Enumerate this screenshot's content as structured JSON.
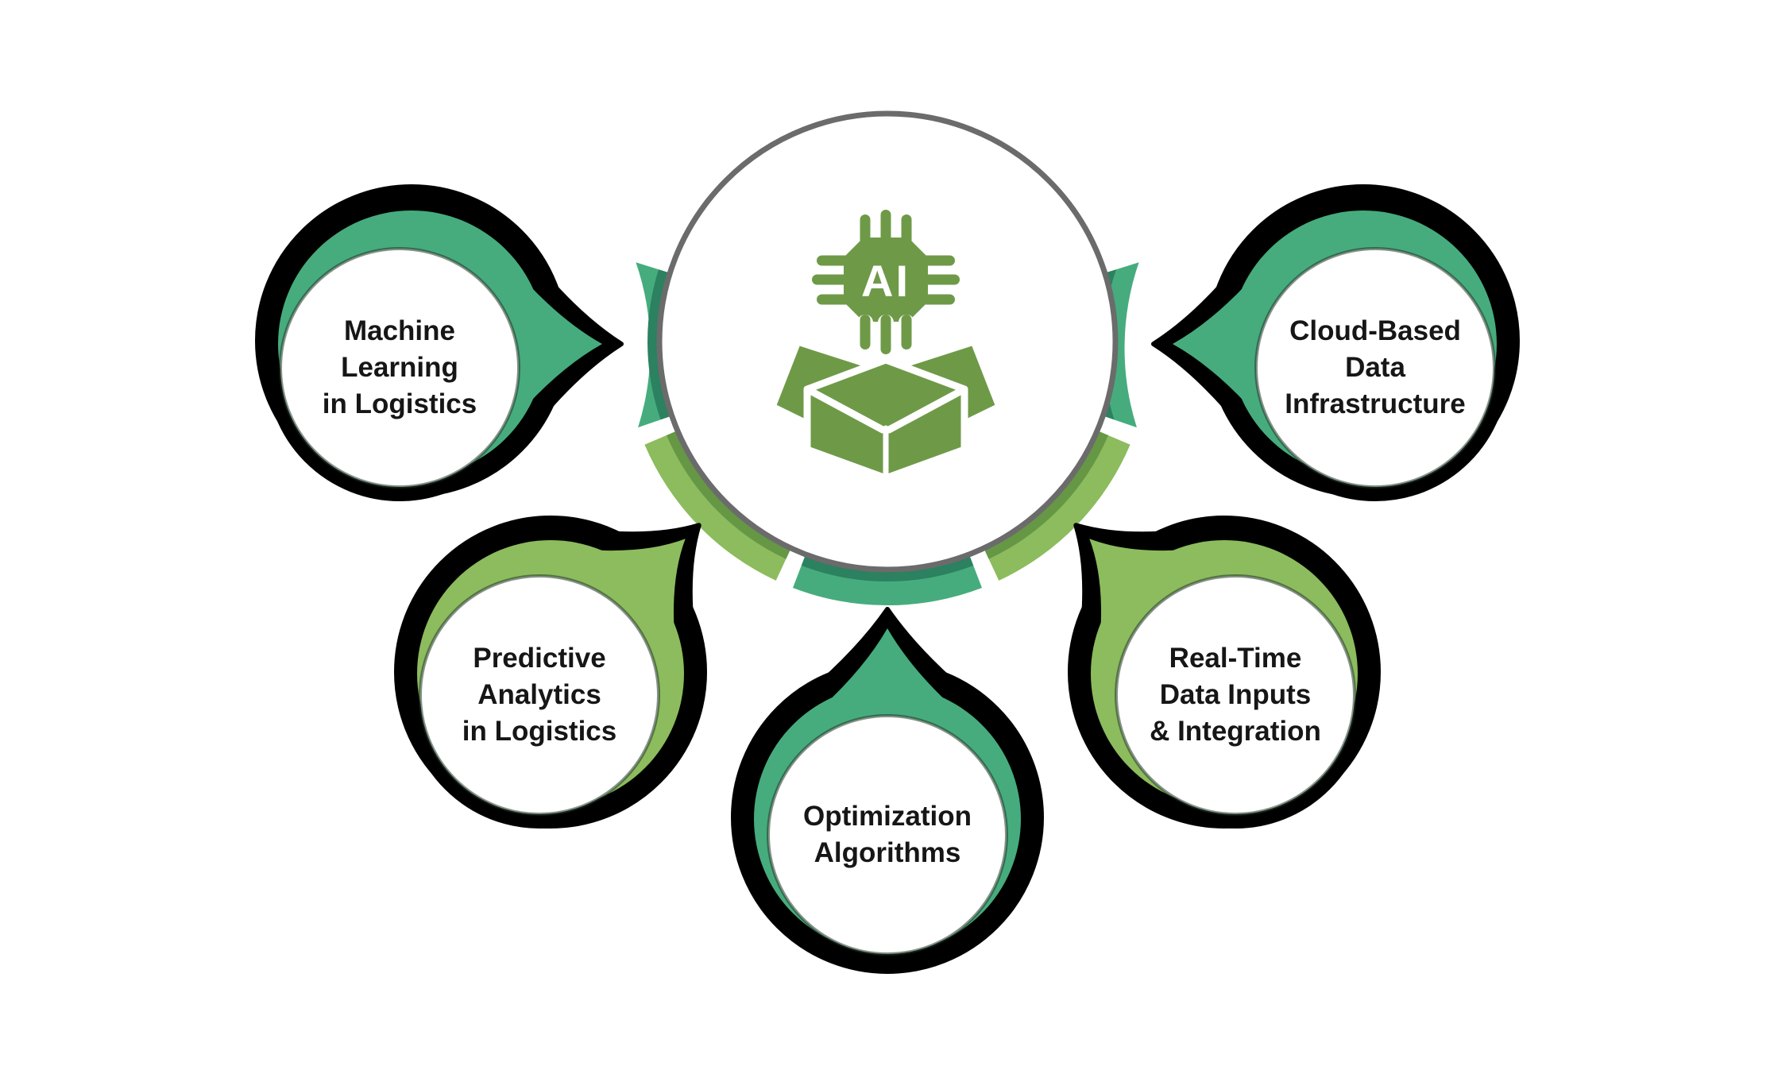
{
  "center": {
    "chip_label": "AI",
    "icon": "ai-chip-open-box-icon"
  },
  "colors": {
    "teal": "#46AC7D",
    "teal_dark": "#2B8160",
    "green": "#8CBC5D",
    "green_dark": "#669745",
    "olive": "#6E9A48",
    "ring_gray": "#6B6B6B",
    "outline_black": "#000000",
    "label_text": "#161616",
    "white": "#FFFFFF"
  },
  "ring": {
    "segments": [
      {
        "name": "left-teal",
        "color": "#46AC7D"
      },
      {
        "name": "left-green",
        "color": "#8CBC5D"
      },
      {
        "name": "bottom-teal",
        "color": "#46AC7D"
      },
      {
        "name": "right-green",
        "color": "#8CBC5D"
      },
      {
        "name": "right-teal",
        "color": "#46AC7D"
      }
    ]
  },
  "satellites": [
    {
      "id": "machine-learning-in-logistics",
      "accent": "#46AC7D",
      "lines": [
        "Machine",
        "Learning",
        "in Logistics"
      ]
    },
    {
      "id": "cloud-based-data-infrastructure",
      "accent": "#46AC7D",
      "lines": [
        "Cloud-Based",
        "Data",
        "Infrastructure"
      ]
    },
    {
      "id": "predictive-analytics-in-logistics",
      "accent": "#8CBC5D",
      "lines": [
        "Predictive",
        "Analytics",
        "in Logistics"
      ]
    },
    {
      "id": "optimization-algorithms",
      "accent": "#46AC7D",
      "lines": [
        "Optimization",
        "Algorithms"
      ]
    },
    {
      "id": "real-time-data-inputs-integration",
      "accent": "#8CBC5D",
      "lines": [
        "Real-Time",
        "Data Inputs",
        "& Integration"
      ]
    }
  ]
}
